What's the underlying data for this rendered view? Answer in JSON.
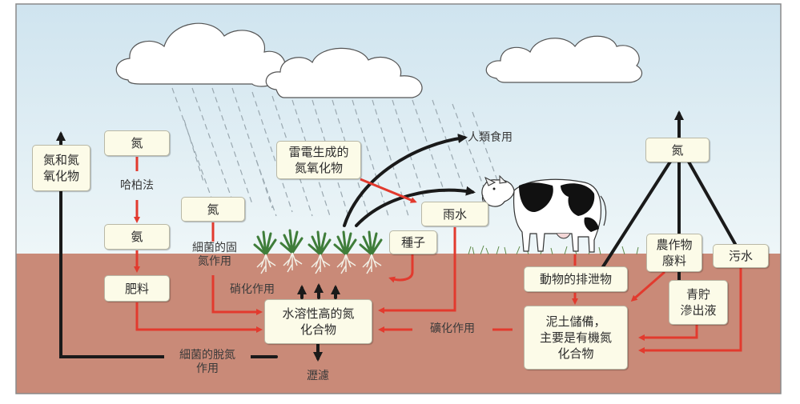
{
  "diagram": {
    "colors": {
      "sky": "#dfeef5",
      "soil": "#c98a78",
      "red_arrow": "#e23a2e",
      "black_arrow": "#1a1a1a",
      "box_fill": "#fcfbe8"
    },
    "boxes": {
      "nitrogen_oxides": "氮和氮\n氧化物",
      "nitrogen_top": "氮",
      "ammonia": "氨",
      "fertilizer": "肥料",
      "nitrogen_mid": "氮",
      "lightning": "雷電生成的\n氮氧化物",
      "rain": "雨水",
      "seeds": "種子",
      "soluble": "水溶性高的氮\n化合物",
      "animal_waste": "動物的排泄物",
      "soil_storage": "泥土儲備，\n主要是有機氮\n化合物",
      "nitrogen_right": "氮",
      "crop_waste": "農作物\n廢料",
      "sewage": "污水",
      "silage": "青貯\n滲出液"
    },
    "labels": {
      "haber": "哈柏法",
      "bacterial_fixation": "細菌的固\n氮作用",
      "nitrification": "硝化作用",
      "mineralization": "礦化作用",
      "denitrification": "細菌的脫氮\n作用",
      "leaching": "瀝濾",
      "human_food": "人類食用"
    }
  }
}
